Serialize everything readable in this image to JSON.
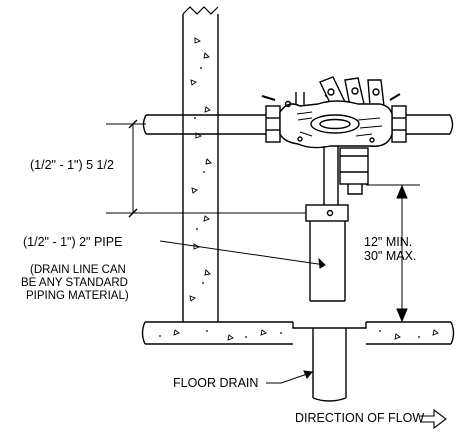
{
  "labels": {
    "dim_top": "(1/2\" - 1\")  5 1/2",
    "pipe": "(1/2\" - 1\") 2\" PIPE",
    "drain_note": [
      "(DRAIN LINE CAN",
      "BE ANY STANDARD",
      "PIPING MATERIAL)"
    ],
    "min": "12\" MIN.",
    "max": "30\" MAX.",
    "floor_drain": "FLOOR DRAIN",
    "direction": "DIRECTION OF FLOW"
  },
  "icons": {
    "flow_arrow": "right-arrow-icon"
  },
  "colors": {
    "line": "#000000",
    "background": "#ffffff"
  }
}
